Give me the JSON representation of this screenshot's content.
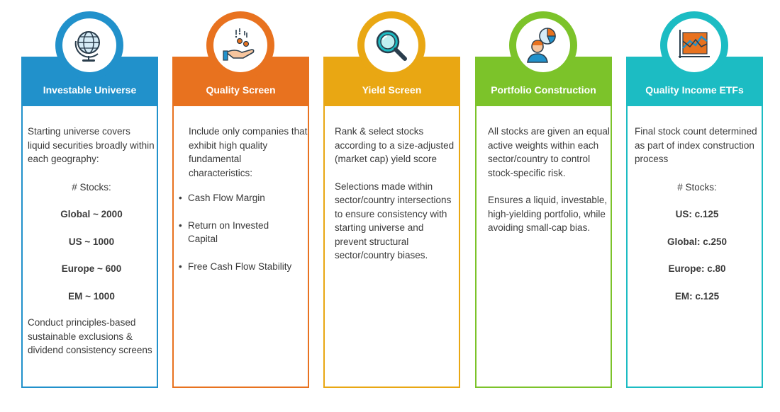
{
  "steps": [
    {
      "title": "Investable Universe",
      "icon": "globe-icon",
      "intro": "Starting universe covers liquid securities broadly within each geography:",
      "stocks_label": "# Stocks:",
      "stats": [
        "Global ~ 2000",
        "US ~ 1000",
        "Europe ~ 600",
        "EM ~ 1000"
      ],
      "outro": "Conduct principles-based sustainable exclusions & dividend consistency screens"
    },
    {
      "title": "Quality Screen",
      "icon": "hand-coins-icon",
      "intro": "Include only companies that exhibit high quality fundamental characteristics:",
      "bullets": [
        "Cash Flow Margin",
        "Return on Invested Capital",
        "Free Cash Flow Stability"
      ]
    },
    {
      "title": "Yield Screen",
      "icon": "magnifier-icon",
      "para1": "Rank & select stocks according to a size-adjusted (market cap) yield score",
      "para2": "Selections made within sector/country intersections to ensure consistency with starting universe and prevent structural sector/country biases."
    },
    {
      "title": "Portfolio Construction",
      "icon": "analyst-pie-chart-icon",
      "para1": "All stocks are given an equal active weights within each sector/country to control stock-specific risk.",
      "para2": "Ensures a liquid, investable, high-yielding portfolio, while avoiding small-cap bias."
    },
    {
      "title": "Quality Income ETFs",
      "icon": "line-chart-icon",
      "intro": "Final stock count determined as part of index construction process",
      "stocks_label": "# Stocks:",
      "stats": [
        "US: c.125",
        "Global: c.250",
        "Europe: c.80",
        "EM: c.125"
      ]
    }
  ],
  "colors": {
    "blue": "#2191cb",
    "orange": "#e8721f",
    "yellow": "#e9a713",
    "green": "#7cc32a",
    "teal": "#1cbcc3"
  }
}
